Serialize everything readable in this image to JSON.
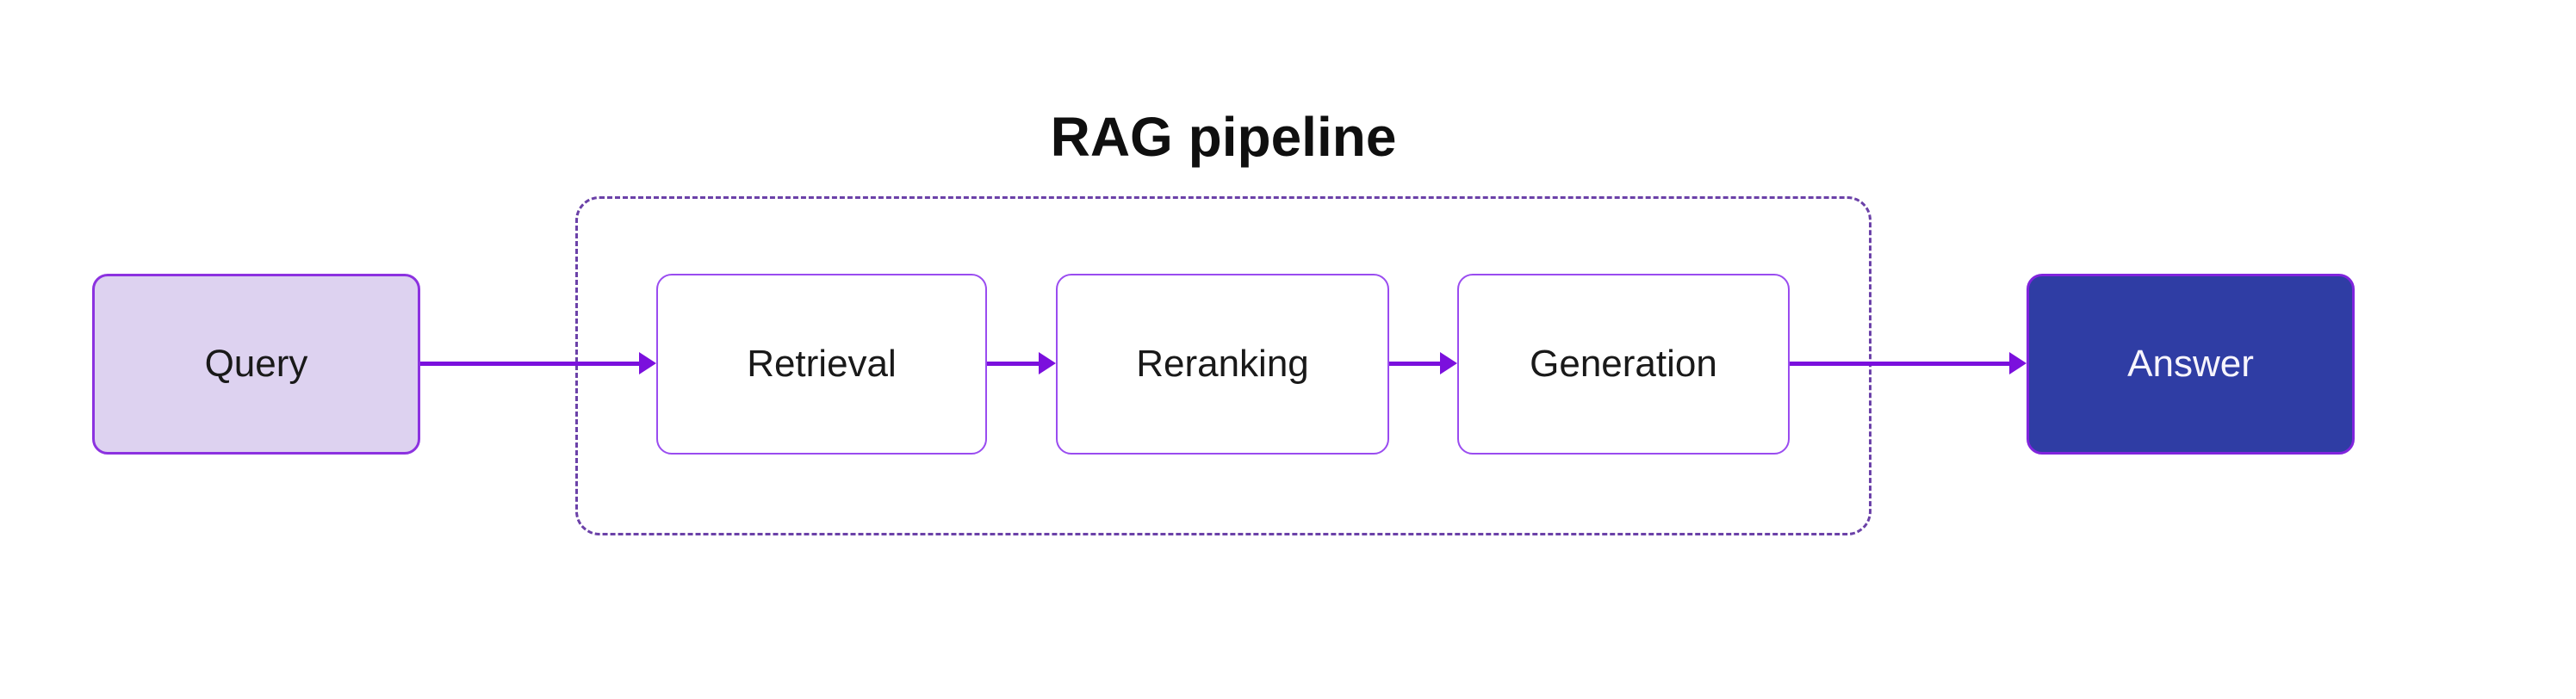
{
  "diagram": {
    "title": "RAG pipeline",
    "nodes": {
      "query": {
        "label": "Query"
      },
      "retrieval": {
        "label": "Retrieval"
      },
      "reranking": {
        "label": "Reranking"
      },
      "generation": {
        "label": "Generation"
      },
      "answer": {
        "label": "Answer"
      }
    },
    "group": {
      "members": [
        "retrieval",
        "reranking",
        "generation"
      ]
    },
    "edges": [
      {
        "from": "query",
        "to": "retrieval"
      },
      {
        "from": "retrieval",
        "to": "reranking"
      },
      {
        "from": "reranking",
        "to": "generation"
      },
      {
        "from": "generation",
        "to": "answer"
      }
    ],
    "colors": {
      "arrow": "#7b10dd",
      "stage_border": "#9a4cf0",
      "query_fill": "#ddd2f0",
      "query_border": "#8c32e0",
      "answer_fill": "#2f3da4",
      "answer_border": "#8024dd",
      "group_border": "#6b41a8",
      "title_text": "#0f0f0f",
      "node_text": "#191919",
      "answer_text": "#f7f5fc",
      "background": "#ffffff"
    }
  }
}
